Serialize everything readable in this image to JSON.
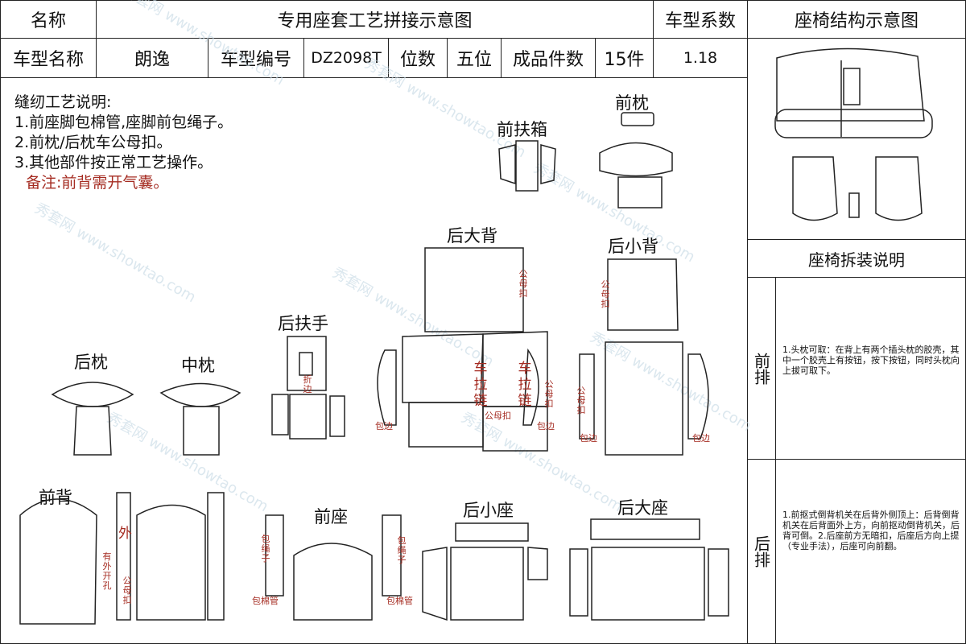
{
  "header": {
    "name_label": "名称",
    "title": "专用座套工艺拼接示意图",
    "coef_label": "车型系数",
    "structure_title": "座椅结构示意图"
  },
  "info_row": {
    "model_name_label": "车型名称",
    "model_name": "朗逸",
    "model_no_label": "车型编号",
    "model_no": "DZ2098T",
    "seats_label": "位数",
    "seats": "五位",
    "pieces_label": "成品件数",
    "pieces": "15件",
    "coef": "1.18"
  },
  "notes": {
    "title": "缝纫工艺说明:",
    "items": [
      "1.前座脚包棉管,座脚前包绳子。",
      "2.前枕/后枕车公母扣。",
      "3.其他部件按正常工艺操作。"
    ],
    "remark": "备注:前背需开气囊。"
  },
  "parts": {
    "front_armrest_box": "前扶箱",
    "front_pillow": "前枕",
    "rear_big_back": "后大背",
    "rear_small_back": "后小背",
    "rear_armrest": "后扶手",
    "rear_pillow": "后枕",
    "middle_pillow": "中枕",
    "front_back": "前背",
    "front_seat": "前座",
    "rear_small_seat": "后小座",
    "rear_big_seat": "后大座"
  },
  "annotations": {
    "male_female_buckle": "公母扣",
    "folded_edge": "折边",
    "zipper": "车拉链",
    "edge_wrap": "包边",
    "outer": "外",
    "outer_opening": "有外开孔",
    "rope_wrap": "包绳子",
    "cotton_tube": "包棉管"
  },
  "side": {
    "disassembly_title": "座椅拆装说明",
    "front_row_label": "前排",
    "front_row_text": "1.头枕可取：在背上有两个插头枕的胶壳，其中一个胶壳上有按钮，按下按钮，同时头枕向上拔可取下。",
    "rear_row_label": "后排",
    "rear_row_text": "1.前抠式倒背机关在后背外侧顶上：后背倒背机关在后背面外上方，向前抠动倒背机关，后背可倒。2.后座前方无暗扣，后座后方向上提（专业手法），后座可向前翻。"
  },
  "watermark": {
    "brand": "秀套网",
    "url": "www.showtao.com"
  }
}
